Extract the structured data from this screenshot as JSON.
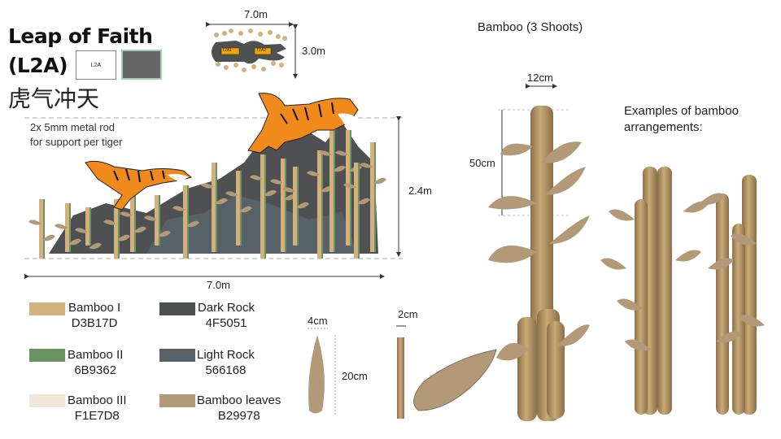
{
  "title": {
    "line1": "Leap of Faith",
    "line2": "(L2A)",
    "chinese": "虎气冲天",
    "box_label": "L2A"
  },
  "plan": {
    "width": "7.0m",
    "depth": "3.0m",
    "tag1": "T2A1",
    "tag2": "T2A2"
  },
  "elevation": {
    "note_line1": "2x 5mm metal rod",
    "note_line2": "for support per tiger",
    "height": "2.4m",
    "width": "7.0m"
  },
  "legend": [
    {
      "name": "Bamboo I",
      "code": "D3B17D",
      "color": "#D3B17D"
    },
    {
      "name": "Bamboo II",
      "code": "6B9362",
      "color": "#6B9362"
    },
    {
      "name": "Bamboo III",
      "code": "F1E7D8",
      "color": "#F1E7D8"
    },
    {
      "name": "Dark Rock",
      "code": "4F5051",
      "color": "#4F5051"
    },
    {
      "name": "Light Rock",
      "code": "566168",
      "color": "#566168"
    },
    {
      "name": "Bamboo leaves",
      "code": "B29978",
      "color": "#B29978"
    }
  ],
  "leaf": {
    "width": "4cm",
    "length": "20cm"
  },
  "stem": {
    "width": "2cm"
  },
  "bamboo": {
    "title": "Bamboo (3 Shoots)",
    "diameter": "12cm",
    "segment": "50cm"
  },
  "examples": {
    "line1": "Examples of bamboo",
    "line2": "arrangements:"
  }
}
